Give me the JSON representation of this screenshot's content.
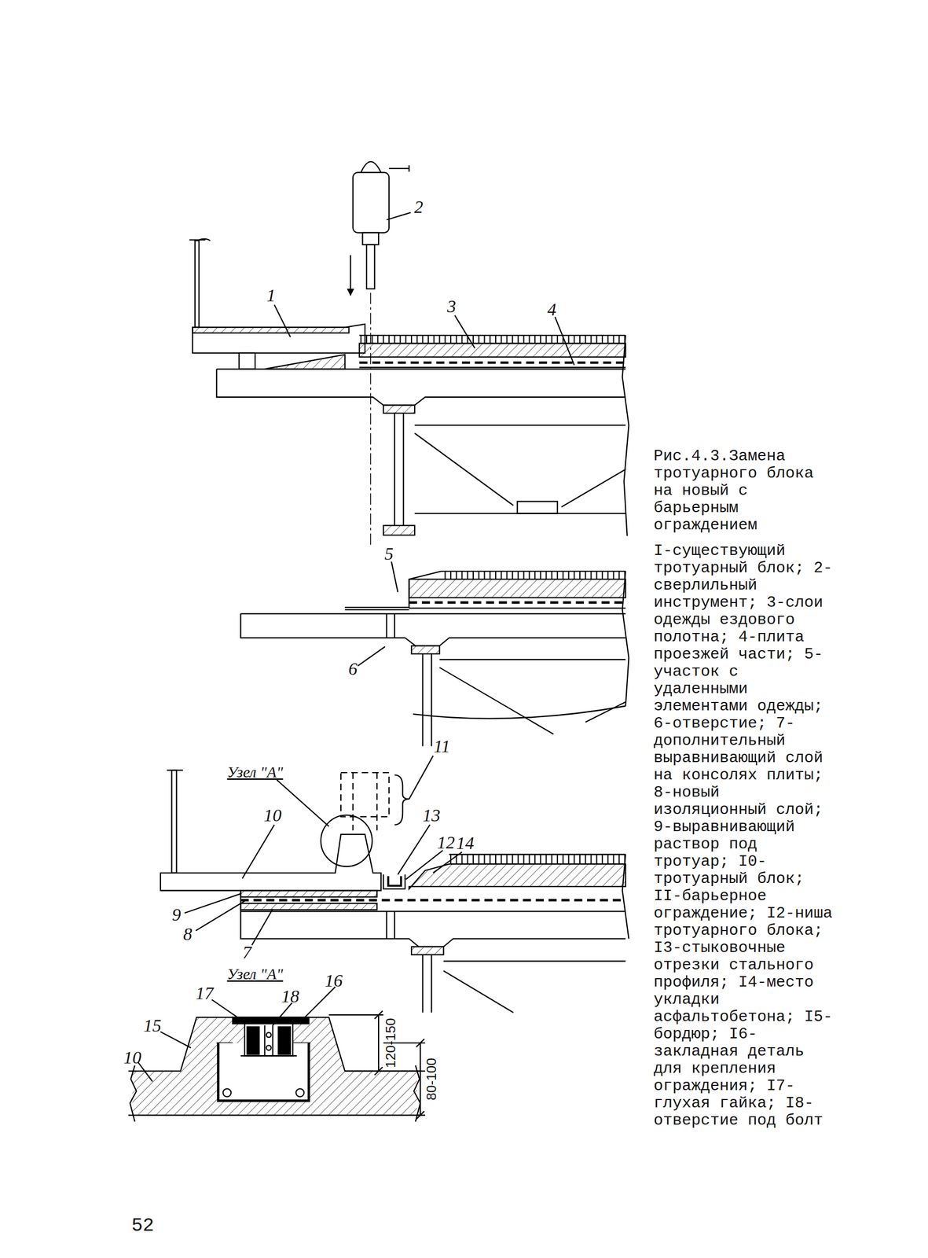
{
  "diagram": {
    "caption": "Рис.4.3.Замена тротуарного блока на новый с барьерным ограждением",
    "labels": [
      "2",
      "1",
      "3",
      "4",
      "5",
      "6",
      "Узел \"А\"",
      "11",
      "13",
      "12",
      "14",
      "10",
      "9",
      "8",
      "7",
      "Узел \"А\"",
      "17",
      "18",
      "16",
      "15",
      "10",
      "120-150",
      "80-100",
      "I-существующий тротуарный блок; 2-сверлильный инструмент; 3-слои одежды ездового полотна; 4-плита проезжей части; 5-участок с удаленными элементами одежды; 6-отверстие; 7-дополнительный выравнивающий слой на консолях плиты; 8-новый изоляционный слой; 9-выравнивающий раствор под тротуар; I0-тротуарный блок; II-барьерное ограждение; I2-ниша тротуарного блока; I3-стыковочные отрезки стального профиля; I4-место укладки асфальтобетона; I5-бордюр; I6-закладная деталь для крепления ограждения; I7-глухая гайка; I8-отверстие под болт",
      "52"
    ]
  }
}
